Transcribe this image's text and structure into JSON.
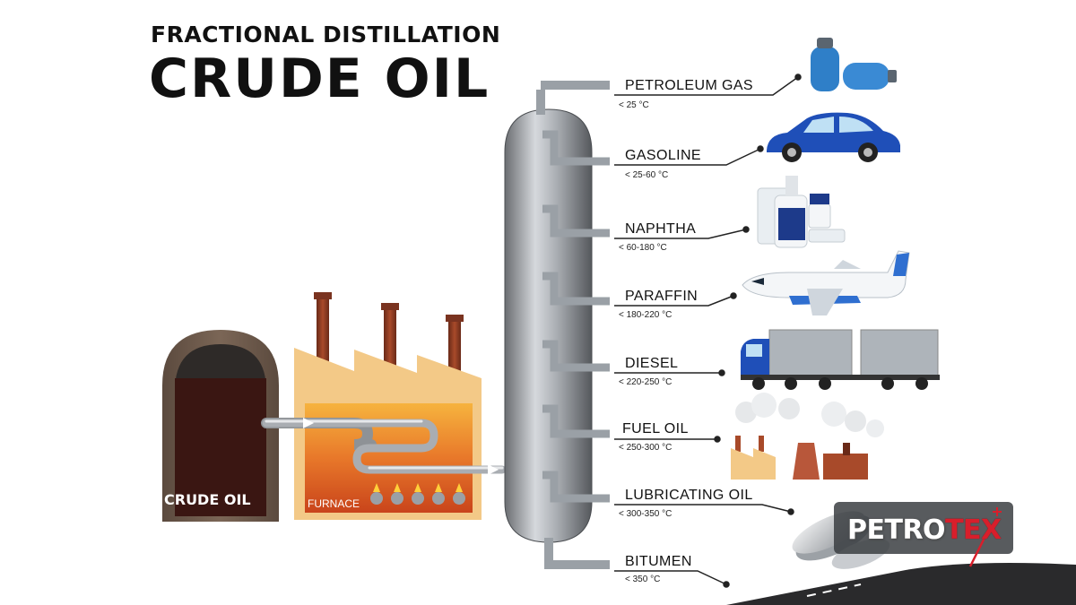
{
  "title": {
    "line1": "FRACTIONAL DISTILLATION",
    "line2": "CRUDE OIL"
  },
  "crude_tank": {
    "label": "CRUDE OIL"
  },
  "furnace": {
    "label": "FURNACE"
  },
  "fractions": [
    {
      "name": "PETROLEUM GAS",
      "temp": "< 25 °C",
      "product_icon": "gas-cylinder-icon"
    },
    {
      "name": "GASOLINE",
      "temp": "< 25-60 °C",
      "product_icon": "car-icon"
    },
    {
      "name": "NAPHTHA",
      "temp": "< 60-180 °C",
      "product_icon": "cosmetics-icon"
    },
    {
      "name": "PARAFFIN",
      "temp": "< 180-220 °C",
      "product_icon": "airplane-icon"
    },
    {
      "name": "DIESEL",
      "temp": "< 220-250 °C",
      "product_icon": "truck-icon"
    },
    {
      "name": "FUEL OIL",
      "temp": "< 250-300 °C",
      "product_icon": "factory-icon"
    },
    {
      "name": "LUBRICATING OIL",
      "temp": "< 300-350 °C",
      "product_icon": "wax-tin-icon"
    },
    {
      "name": "BITUMEN",
      "temp": "< 350 °C",
      "product_icon": "road-icon"
    }
  ],
  "brand": {
    "part1": "PETRO",
    "part2": "TEX"
  },
  "colors": {
    "column_dark": "#5f6266",
    "column_light": "#cfd2d6",
    "tank_body": "#6f5a4c",
    "crude_oil": "#3a1612",
    "furnace_fire": "#e8782a",
    "factory_wall": "#f3c987",
    "chimney": "#8a3a22",
    "brand_red": "#d81e2b"
  }
}
